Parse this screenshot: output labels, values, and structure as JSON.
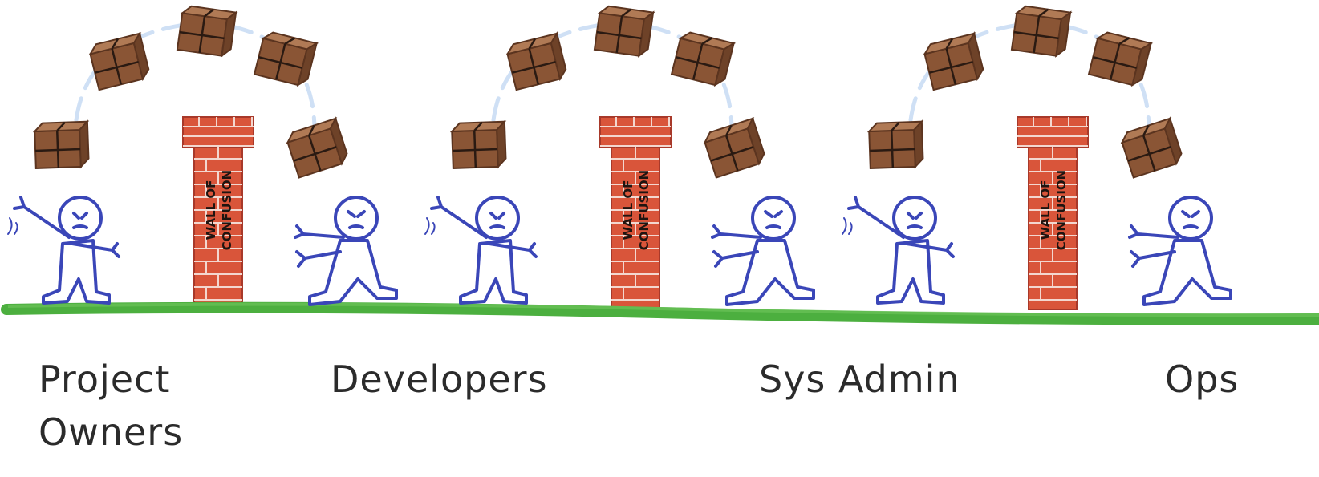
{
  "wall_text": [
    "WALL OF",
    "CONFUSION"
  ],
  "roles": [
    {
      "label": "Project Owners"
    },
    {
      "label": "Developers"
    },
    {
      "label": "Sys Admin"
    },
    {
      "label": "Ops"
    }
  ],
  "colors": {
    "figure": "#3a46b8",
    "brick": "#d9553a",
    "mortar": "#f3d7cf",
    "box": "#8a5535",
    "box_top": "#b07a55",
    "box_tape": "#2a1a12",
    "grass": "#4caf3f",
    "arc": "#cfe0f5",
    "label": "#2b2b2b"
  }
}
